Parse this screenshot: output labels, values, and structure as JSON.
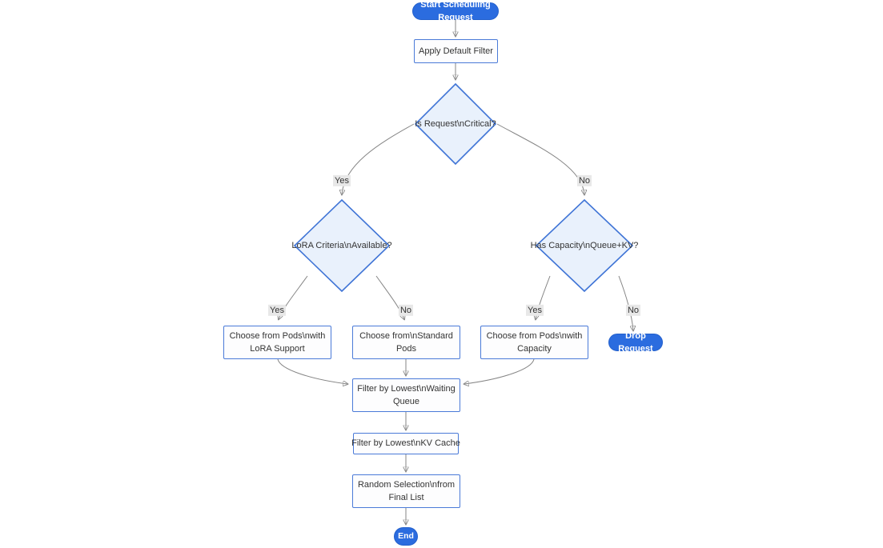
{
  "diagram": {
    "type": "flowchart",
    "nodes": {
      "start": "Start Scheduling Request",
      "apply_filter": "Apply Default Filter",
      "is_critical": "Is Request\\nCritical?",
      "lora_available": "LoRA Criteria\\nAvailable?",
      "has_capacity": "Has Capacity\\nQueue+KV?",
      "choose_lora_pods": "Choose from Pods\\nwith LoRA Support",
      "choose_standard_pods": "Choose from\\nStandard Pods",
      "choose_capacity_pods": "Choose from Pods\\nwith Capacity",
      "drop_request": "Drop Request",
      "filter_waiting_queue": "Filter by Lowest\\nWaiting Queue",
      "filter_kv_cache": "Filter by Lowest\\nKV Cache",
      "random_selection": "Random Selection\\nfrom Final List",
      "end": "End"
    },
    "edge_labels": {
      "critical_yes": "Yes",
      "critical_no": "No",
      "lora_yes": "Yes",
      "lora_no": "No",
      "capacity_yes": "Yes",
      "capacity_no": "No"
    },
    "colors": {
      "terminal_fill": "#2b6cdf",
      "terminal_text": "#ffffff",
      "process_fill": "#fdfdfe",
      "process_border": "#4a7ad8",
      "decision_fill": "#e9f1fc",
      "decision_border": "#3f74d6",
      "edge_stroke": "#858585",
      "arrowhead": "#444444",
      "edge_label_bg": "#e8e8e8",
      "text": "#333333"
    }
  }
}
